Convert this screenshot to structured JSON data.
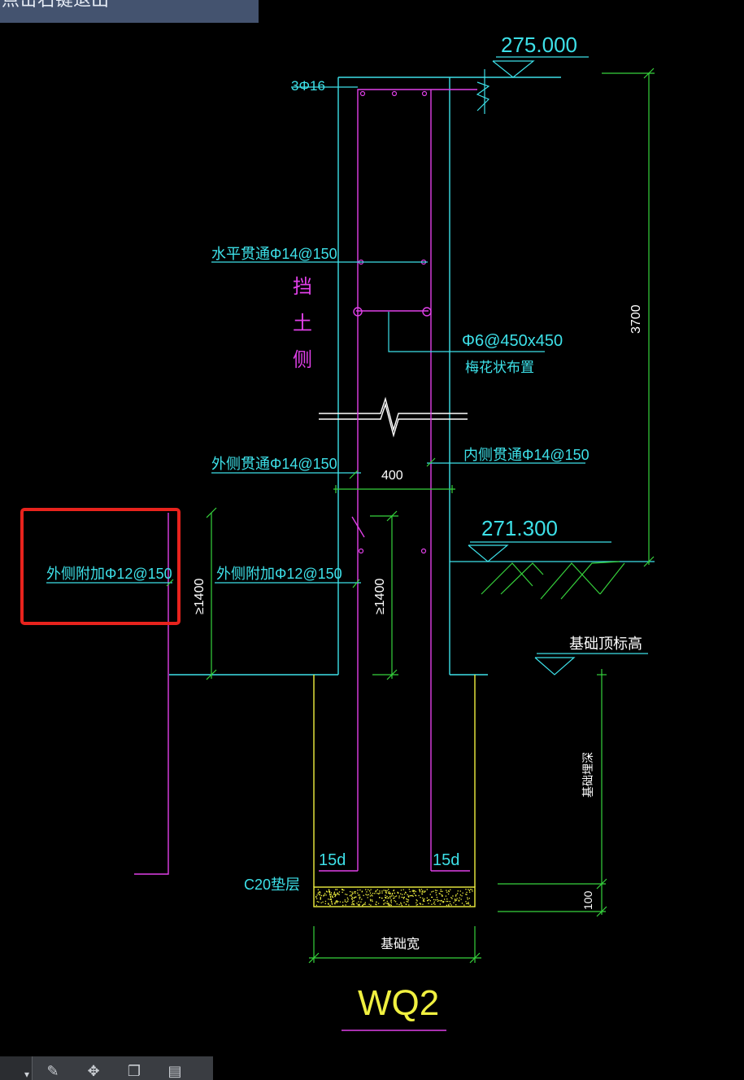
{
  "hint_bar": {
    "text": "点击右键退出"
  },
  "drawing": {
    "labels": {
      "elev_top": "275.000",
      "top_bars": "3Φ16",
      "horiz_through": "水平贯通Φ14@150",
      "soil_side_1": "挡",
      "soil_side_2": "土",
      "soil_side_3": "侧",
      "tie_bars": "Φ6@450x450",
      "tie_layout": "梅花状布置",
      "height_dim": "3700",
      "outer_through": "外侧贯通Φ14@150",
      "inner_through": "内侧贯通Φ14@150",
      "wall_thickness": "400",
      "elev_ground": "271.300",
      "outer_add_left": "外侧附加Φ12@150",
      "outer_add_mid": "外侧附加Φ12@150",
      "len_left": "≥1400",
      "len_mid": "≥1400",
      "foundation_top": "基础顶标高",
      "foundation_depth": "基础埋深",
      "anchor_left": "15d",
      "anchor_right": "15d",
      "cushion": "C20垫层",
      "cushion_thk": "100",
      "foundation_width": "基础宽",
      "title": "WQ2"
    },
    "highlight_color": "#e8231d"
  },
  "toolbar": {
    "icons": [
      "dropdown-icon",
      "edit-icon",
      "move-icon",
      "copy-icon",
      "paste-icon"
    ]
  }
}
